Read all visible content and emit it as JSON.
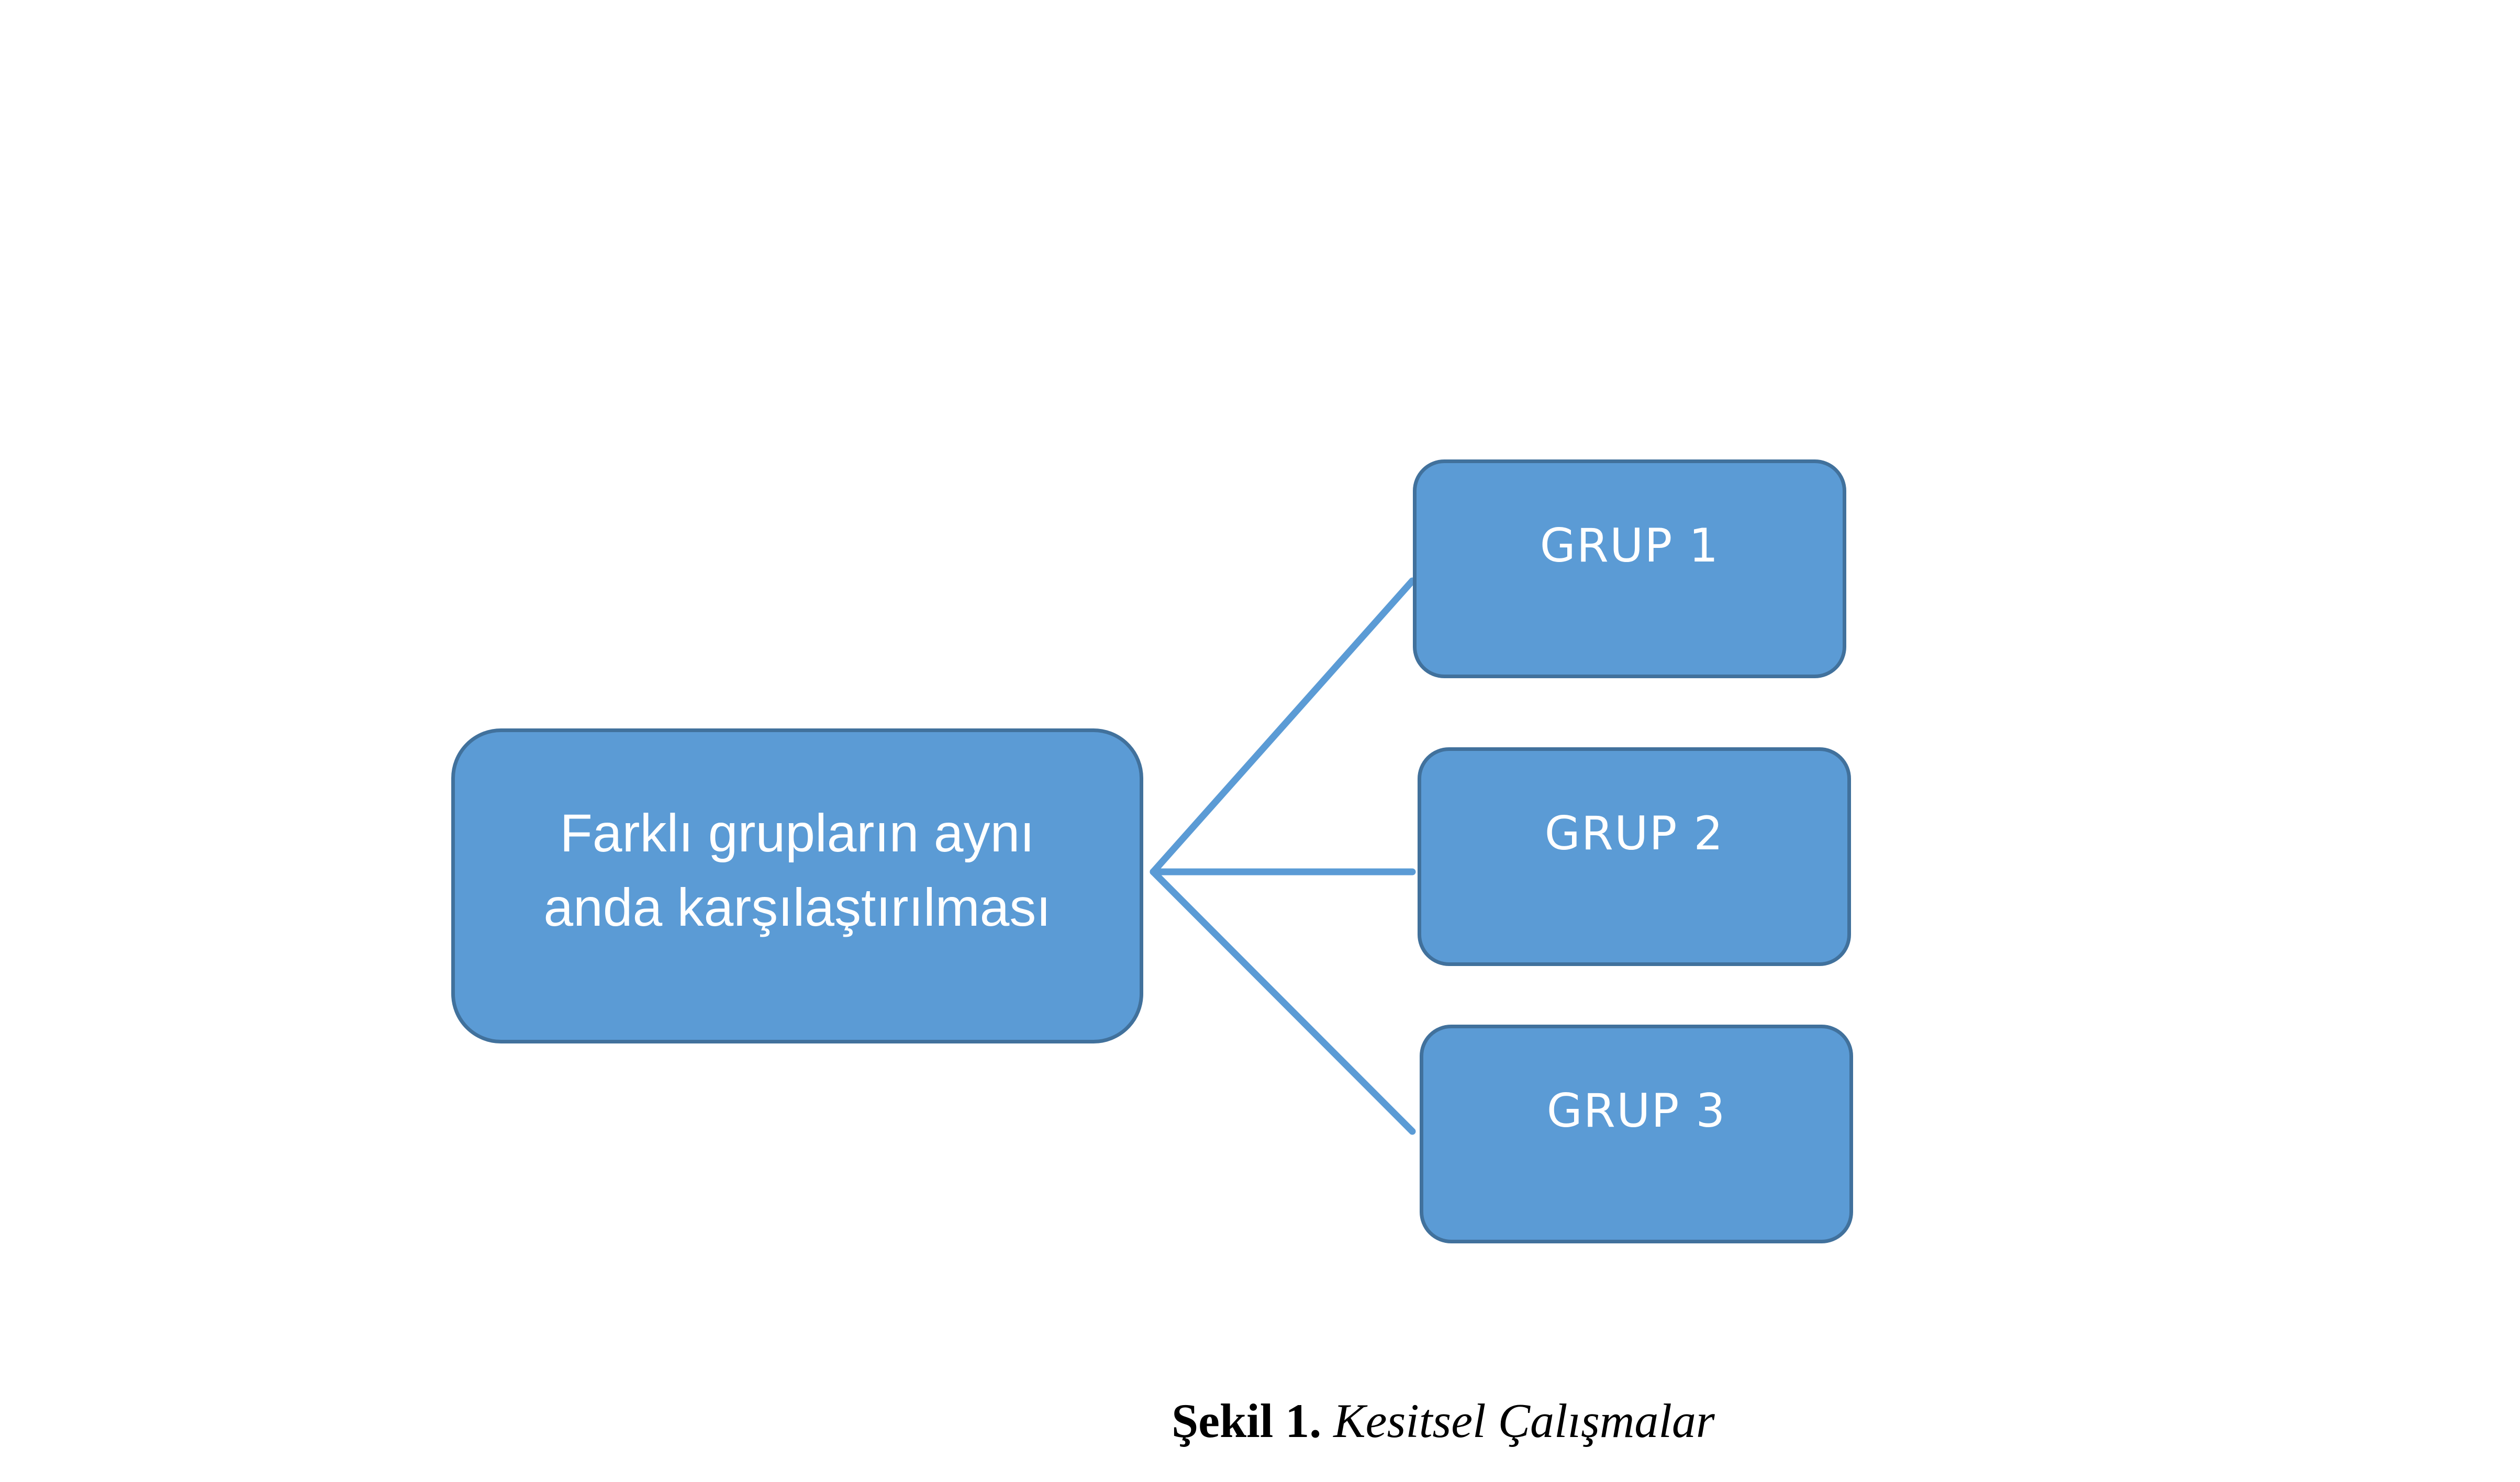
{
  "diagram": {
    "main_node": {
      "text": "Farklı grupların aynı\nanda karşılaştırılması"
    },
    "groups": [
      {
        "label": "GRUP 1"
      },
      {
        "label": "GRUP 2"
      },
      {
        "label": "GRUP 3"
      }
    ],
    "colors": {
      "node_fill": "#5b9bd5",
      "node_border": "#41719c",
      "connector": "#5b9bd5",
      "node_text": "#ffffff"
    }
  },
  "caption": {
    "label": "Şekil 1.",
    "title": "Kesitsel Çalışmalar"
  }
}
